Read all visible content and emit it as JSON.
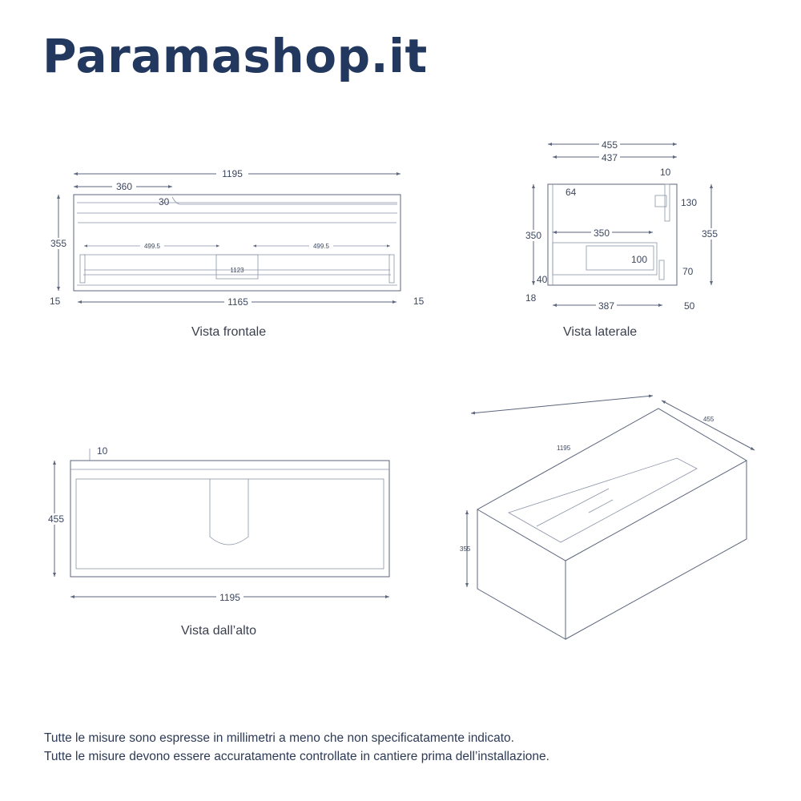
{
  "brand": "Paramashop.it",
  "front": {
    "caption": "Vista frontale",
    "w_total": "1195",
    "w_left": "360",
    "radius": "30",
    "height": "355",
    "half_left": "499.5",
    "half_right": "499.5",
    "inner": "1123",
    "side_left": "15",
    "inner_width": "1165",
    "side_right": "15"
  },
  "side": {
    "caption": "Vista laterale",
    "depth": "455",
    "inner_depth": "437",
    "top_gap": "10",
    "hole": "64",
    "bracket": "130",
    "height_in": "350",
    "drawer_len": "350",
    "drawer_h": "100",
    "height": "355",
    "foot": "70",
    "bottom": "40",
    "panel": "18",
    "inner_len": "387",
    "back": "50"
  },
  "top": {
    "caption": "Vista dall’alto",
    "gap": "10",
    "depth": "455",
    "width": "1195"
  },
  "iso": {
    "width": "1195",
    "depth": "455",
    "height": "355"
  },
  "notes": [
    "Tutte le misure sono espresse in millimetri a meno che non specificatamente indicato.",
    "Tutte le misure devono essere accuratamente controllate in cantiere prima dell’installazione."
  ]
}
